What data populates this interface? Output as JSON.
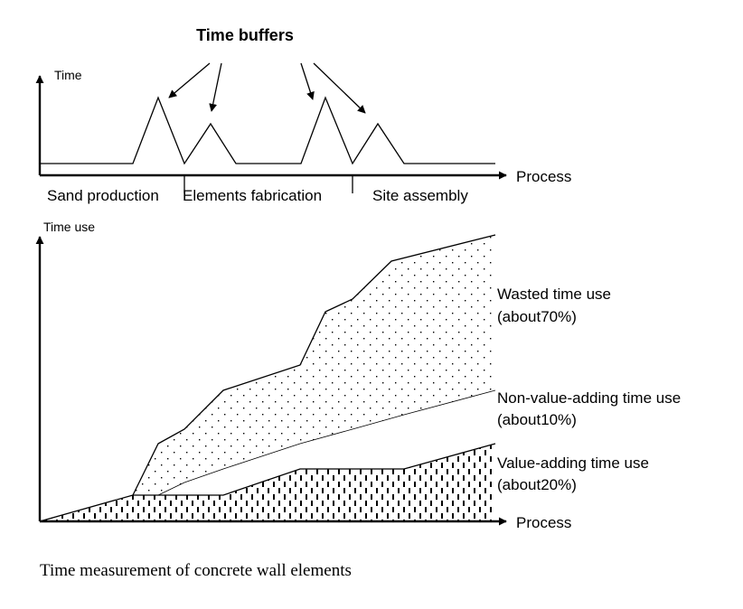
{
  "top_chart": {
    "title": "Time buffers",
    "y_axis_label": "Time",
    "x_axis_label": "Process",
    "phases": [
      "Sand production",
      "Elements fabrication",
      "Site assembly"
    ]
  },
  "bottom_chart": {
    "y_axis_label": "Time use",
    "x_axis_label": "Process",
    "areas": [
      {
        "name_line1": "Wasted time use",
        "name_line2": "(about70%)",
        "share_pct": 70
      },
      {
        "name_line1": "Non-value-adding time use",
        "name_line2": "(about10%)",
        "share_pct": 10
      },
      {
        "name_line1": "Value-adding time use",
        "name_line2": "(about20%)",
        "share_pct": 20
      }
    ]
  },
  "caption": "Time measurement of concrete wall elements",
  "colors": {
    "ink": "#000000",
    "background": "#ffffff"
  }
}
